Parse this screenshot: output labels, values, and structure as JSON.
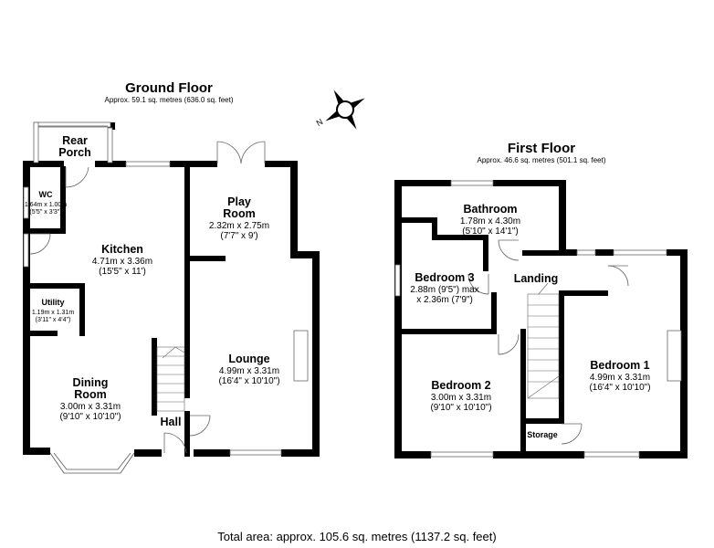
{
  "ground_floor": {
    "title": "Ground Floor",
    "area": "Approx. 59.1 sq. metres (636.0 sq. feet)",
    "rooms": [
      {
        "id": "rear-porch",
        "name_lines": [
          "Rear",
          "Porch"
        ],
        "dims": []
      },
      {
        "id": "wc",
        "name_lines": [
          "WC"
        ],
        "dims": [
          "1.64m x 1.00m",
          "(5'5\" x 3'3\")"
        ]
      },
      {
        "id": "kitchen",
        "name_lines": [
          "Kitchen"
        ],
        "dims": [
          "4.71m x 3.36m",
          "(15'5\" x 11')"
        ]
      },
      {
        "id": "utility",
        "name_lines": [
          "Utility"
        ],
        "dims": [
          "1.19m x 1.31m",
          "(3'11\" x 4'4\")"
        ]
      },
      {
        "id": "dining-room",
        "name_lines": [
          "Dining",
          "Room"
        ],
        "dims": [
          "3.00m x 3.31m",
          "(9'10\" x 10'10\")"
        ]
      },
      {
        "id": "play-room",
        "name_lines": [
          "Play",
          "Room"
        ],
        "dims": [
          "2.32m x 2.75m",
          "(7'7\" x 9')"
        ]
      },
      {
        "id": "lounge",
        "name_lines": [
          "Lounge"
        ],
        "dims": [
          "4.99m x 3.31m",
          "(16'4\" x 10'10\")"
        ]
      },
      {
        "id": "hall",
        "name_lines": [
          "Hall"
        ],
        "dims": []
      }
    ]
  },
  "first_floor": {
    "title": "First Floor",
    "area": "Approx. 46.6 sq. metres (501.1 sq. feet)",
    "rooms": [
      {
        "id": "bathroom",
        "name_lines": [
          "Bathroom"
        ],
        "dims": [
          "1.78m x 4.30m",
          "(5'10\" x 14'1\")"
        ]
      },
      {
        "id": "bedroom-3",
        "name_lines": [
          "Bedroom 3"
        ],
        "dims": [
          "2.88m (9'5\") max",
          "x 2.36m (7'9\")"
        ]
      },
      {
        "id": "landing",
        "name_lines": [
          "Landing"
        ],
        "dims": []
      },
      {
        "id": "bedroom-2",
        "name_lines": [
          "Bedroom 2"
        ],
        "dims": [
          "3.00m x 3.31m",
          "(9'10\" x 10'10\")"
        ]
      },
      {
        "id": "bedroom-1",
        "name_lines": [
          "Bedroom 1"
        ],
        "dims": [
          "4.99m x 3.31m",
          "(16'4\" x 10'10\")"
        ]
      },
      {
        "id": "storage",
        "name_lines": [
          "Storage"
        ],
        "dims": []
      }
    ]
  },
  "compass": {
    "label": "N",
    "icon": "compass-icon"
  },
  "total_area": "Total area: approx. 105.6 sq. metres (1137.2 sq. feet)"
}
